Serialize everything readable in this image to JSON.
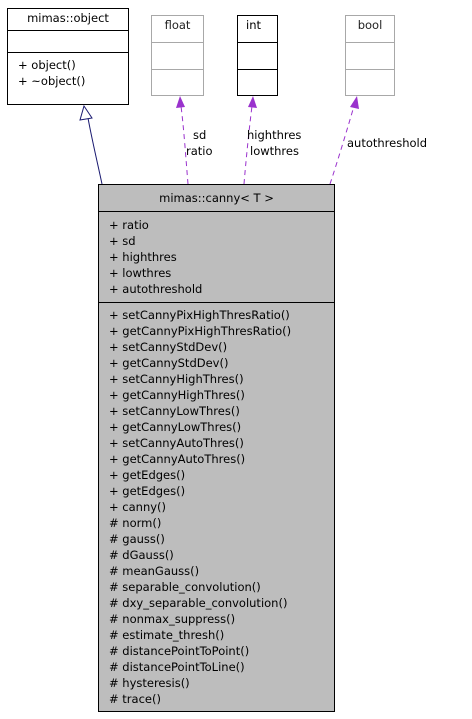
{
  "classes": {
    "object": {
      "name": "mimas::object",
      "attributes": [],
      "methods": [
        "+ object()",
        "+ ~object()"
      ]
    },
    "float": {
      "name": "float"
    },
    "int": {
      "name": "int"
    },
    "bool": {
      "name": "bool"
    },
    "canny": {
      "name": "mimas::canny< T >",
      "attributes": [
        "+ ratio",
        "+ sd",
        "+ highthres",
        "+ lowthres",
        "+ autothreshold"
      ],
      "methods": [
        "+ setCannyPixHighThresRatio()",
        "+ getCannyPixHighThresRatio()",
        "+ setCannyStdDev()",
        "+ getCannyStdDev()",
        "+ setCannyHighThres()",
        "+ getCannyHighThres()",
        "+ setCannyLowThres()",
        "+ getCannyLowThres()",
        "+ setCannyAutoThres()",
        "+ getCannyAutoThres()",
        "+ getEdges()",
        "+ getEdges()",
        "+ canny()",
        "# norm()",
        "# gauss()",
        "# dGauss()",
        "# meanGauss()",
        "# separable_convolution()",
        "# dxy_separable_convolution()",
        "# nonmax_suppress()",
        "# estimate_thresh()",
        "# distancePointToPoint()",
        "# distancePointToLine()",
        "# hysteresis()",
        "# trace()"
      ]
    }
  },
  "edges": {
    "float_label_1": "sd",
    "float_label_2": "ratio",
    "int_label_1": "highthres",
    "int_label_2": "lowthres",
    "bool_label": "autothreshold"
  },
  "colors": {
    "member_edge": "#9a32cd",
    "inheritance_edge": "#191970",
    "class_fill": "#bdbdbd",
    "external_border": "#a8a8a8"
  }
}
